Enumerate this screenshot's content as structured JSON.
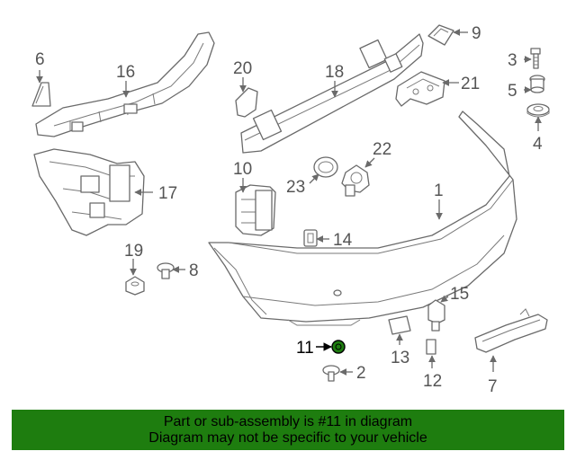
{
  "callouts": {
    "c1": "1",
    "c2": "2",
    "c3": "3",
    "c4": "4",
    "c5": "5",
    "c6": "6",
    "c7": "7",
    "c8": "8",
    "c9": "9",
    "c10": "10",
    "c11": "11",
    "c12": "12",
    "c13": "13",
    "c14": "14",
    "c15": "15",
    "c16": "16",
    "c17": "17",
    "c18": "18",
    "c19": "19",
    "c20": "20",
    "c21": "21",
    "c22": "22",
    "c23": "23"
  },
  "highlight": {
    "part_number": "11",
    "color": "#1e7d0f"
  },
  "banner": {
    "line1": "Part or sub-assembly is #11 in diagram",
    "line2": "Diagram may not be specific to your vehicle",
    "background": "#1e7d0f"
  }
}
